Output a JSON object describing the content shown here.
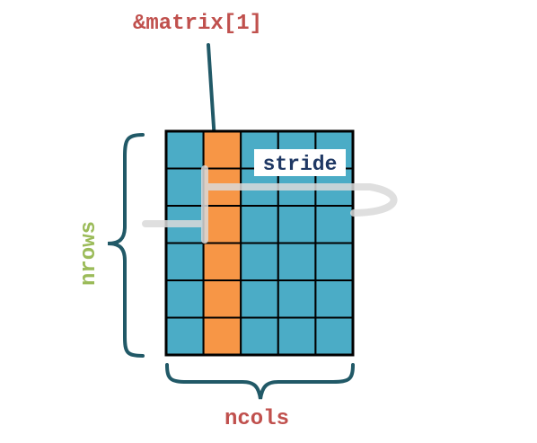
{
  "labels": {
    "matrix_ref": "&matrix[1]",
    "stride": "stride",
    "nrows": "nrows",
    "ncols": "ncols"
  },
  "grid": {
    "rows": 6,
    "cols": 5,
    "highlighted_col_index": 1
  },
  "colors": {
    "cell": "#4BACC6",
    "highlight": "#F79646",
    "grid_line": "#000000",
    "arrow": "#215967",
    "brace": "#215967",
    "stride_path": "#D9D9D9",
    "title_text": "#C0504D",
    "nrows_text": "#9BBB59",
    "ncols_text": "#C0504D",
    "stride_text": "#1F3864",
    "stride_label_bg": "#FFFFFF"
  }
}
